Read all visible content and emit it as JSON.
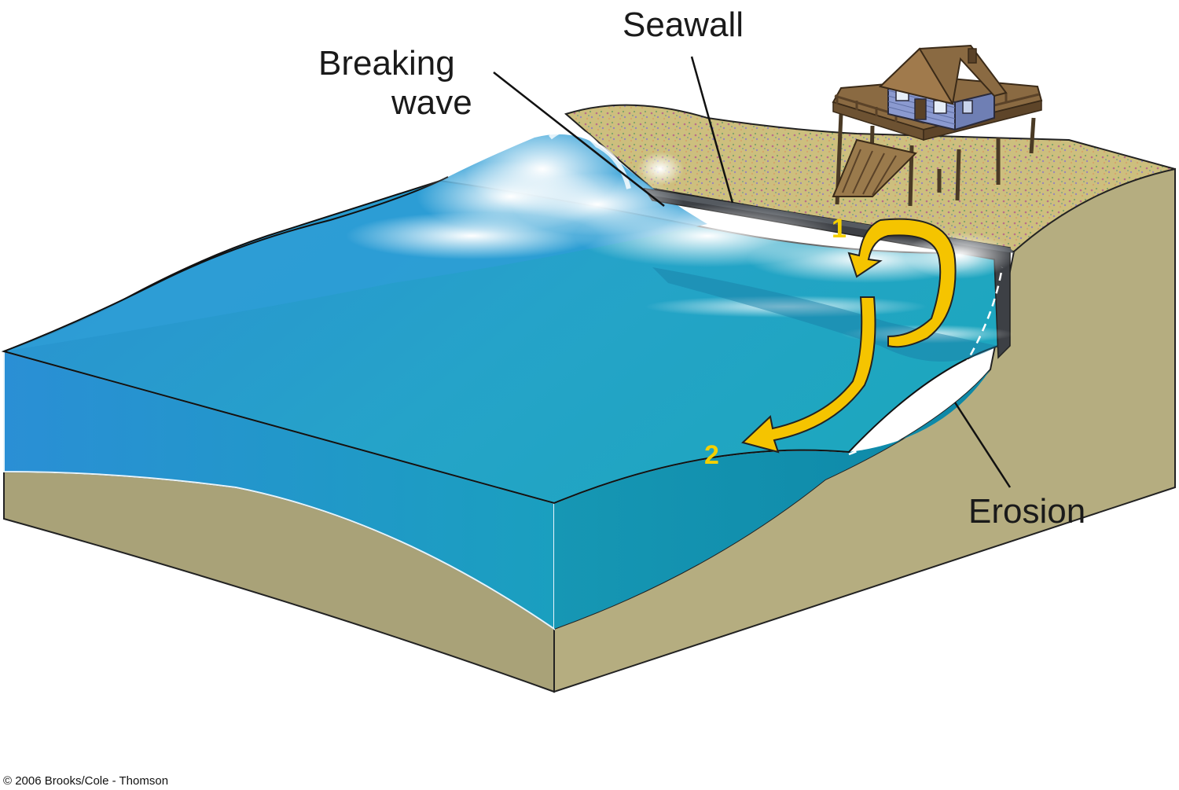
{
  "labels": {
    "seawall": "Seawall",
    "breaking_wave_line1": "Breaking",
    "breaking_wave_line2": "wave",
    "erosion": "Erosion"
  },
  "steps": {
    "step1": "1",
    "step2": "2"
  },
  "credit": "© 2006 Brooks/Cole - Thomson",
  "colors": {
    "water_top": "#2a9fd6",
    "water_side": "#1a98b8",
    "sand_top": "#c8bc7a",
    "sand_side": "#a9a278",
    "seawall": "#3d4045",
    "arrow": "#f5c400",
    "house_wall": "#7f8fc4",
    "house_roof": "#8a6a42"
  }
}
